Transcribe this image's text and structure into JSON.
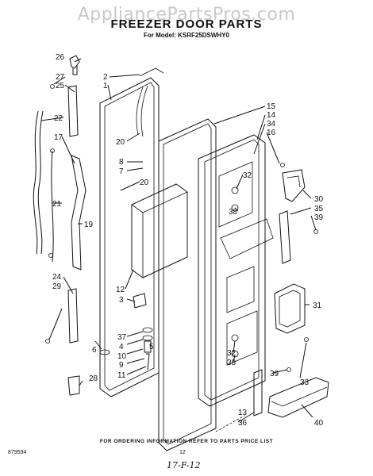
{
  "watermark": "AppliancePartsPros.com",
  "title": "FREEZER DOOR PARTS",
  "model_line": "For Model: KSRF25DSWHY0",
  "footer_note": "FOR ORDERING INFORMATION REFER TO PARTS PRICE LIST",
  "doc_number": "879594",
  "page_number": "12",
  "handwritten_note": "17-F-12",
  "callouts": {
    "c26": "26",
    "c27": "27",
    "c25": "25",
    "c22": "22",
    "c17": "17",
    "c21": "21",
    "c19": "19",
    "c24": "24",
    "c29": "29",
    "c6": "6",
    "c28": "28",
    "c2": "2",
    "c1": "1",
    "c20a": "20",
    "c8": "8",
    "c7": "7",
    "c20b": "20",
    "c12": "12",
    "c3": "3",
    "c37": "37",
    "c4": "4",
    "c10": "10",
    "c9": "9",
    "c11": "11",
    "c5": "5",
    "c15": "15",
    "c14": "14",
    "c34": "34",
    "c16": "16",
    "c32a": "32",
    "c38a": "38",
    "c30": "30",
    "c35": "35",
    "c39a": "39",
    "c31": "31",
    "c32b": "32",
    "c38b": "38",
    "c39b": "39",
    "c33": "33",
    "c13": "13",
    "c36": "36",
    "c40": "40"
  }
}
